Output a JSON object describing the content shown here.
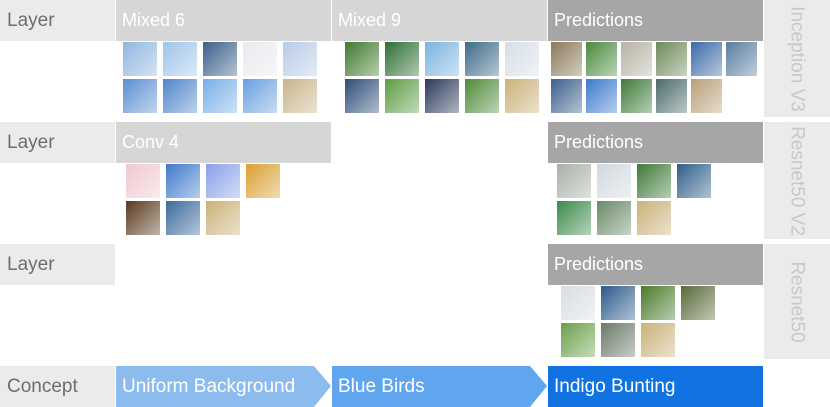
{
  "rows": [
    {
      "label": "Layer"
    },
    {
      "label": "Layer"
    },
    {
      "label": "Layer"
    }
  ],
  "columns": {
    "row1": [
      "Mixed 6",
      "Mixed 9",
      "Predictions"
    ],
    "row2": [
      "Conv 4",
      "Predictions"
    ],
    "row3": [
      "Predictions"
    ]
  },
  "models": [
    "Inception V3",
    "Resnet50 V2",
    "Resnet50"
  ],
  "concept": {
    "label": "Concept",
    "items": [
      "Uniform Background",
      "Blue Birds",
      "Indigo Bunting"
    ]
  },
  "thumbs": {
    "r1c1": [
      "#8fb6e0",
      "#9fc4ea",
      "#3b5f8a",
      "#e9eaee",
      "#b7cbe6",
      "#5c8fd1",
      "#4f86cc",
      "#7aaee8",
      "#6aa0e0",
      "#c8b48a"
    ],
    "r1c2": [
      "#3f7a2f",
      "#2d6e35",
      "#7ab3e0",
      "#3d6a8a",
      "#d6dee6",
      "#2f4e7a",
      "#5d9c45",
      "#2b3a5a",
      "#4f8a3a",
      "#c9b27a"
    ],
    "r1c3": [
      "#8a7a5a",
      "#4a8a3e",
      "#b7b2a5",
      "#6d8a5c",
      "#3b6aa8",
      "#5a7c9e",
      "#3c5f8c",
      "#3d7acc",
      "#3f7a3a",
      "#4c6a6a",
      "#b9a07a"
    ],
    "r2c1": [
      "#f0c8d0",
      "#3f7acc",
      "#8aa0e8",
      "#d9a032",
      "#5a3a20",
      "#3b6a9a",
      "#c9b27a"
    ],
    "r2c3": [
      "#aab0a8",
      "#d0d8de",
      "#3f7a3a",
      "#2f5f8a",
      "#3c8a4a",
      "#6a8a6a",
      "#c9b27a"
    ],
    "r3c3": [
      "#d8dde2",
      "#2c5a8a",
      "#4a7a2a",
      "#5a6a3a",
      "#6aa04a",
      "#6a7a6a",
      "#c9b27a"
    ]
  },
  "colors": {
    "concept_1": "#8cbcee",
    "concept_2": "#5fa6ee",
    "concept_3": "#1172e2"
  }
}
